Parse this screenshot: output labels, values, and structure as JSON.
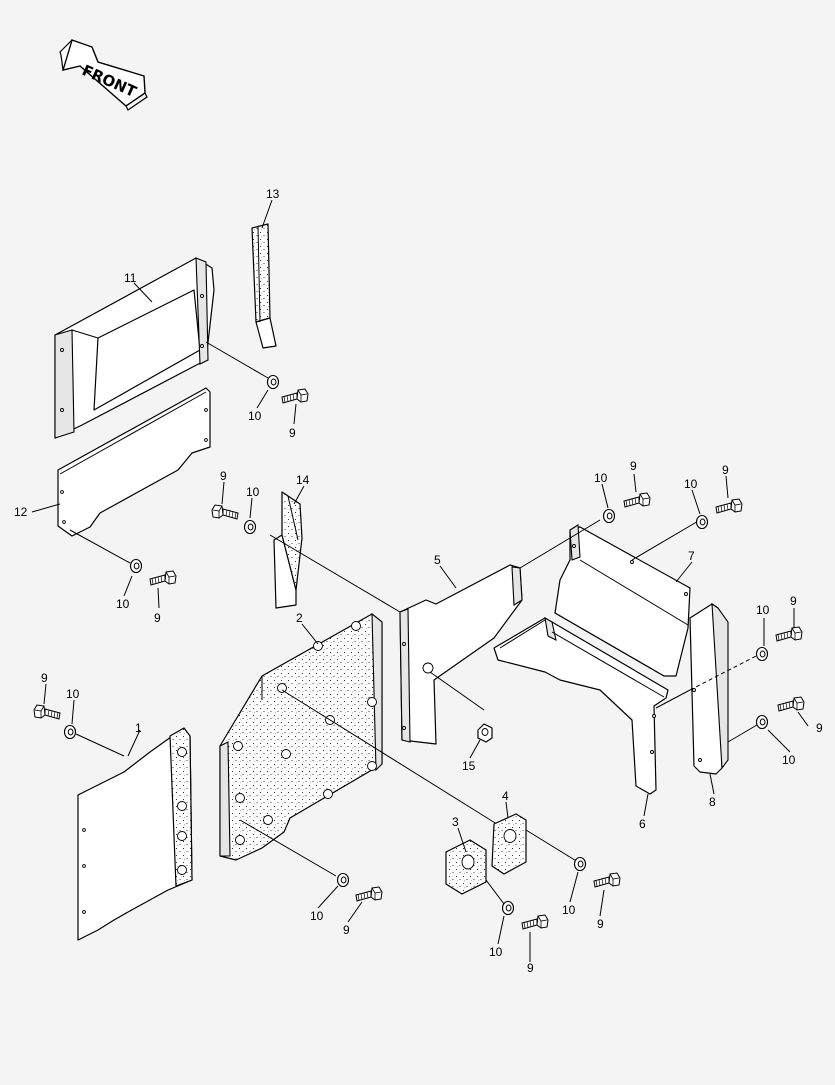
{
  "front_label": "FRONT",
  "callouts": [
    {
      "id": "c13",
      "text": "13"
    },
    {
      "id": "c11",
      "text": "11"
    },
    {
      "id": "c10a",
      "text": "10"
    },
    {
      "id": "c9a",
      "text": "9"
    },
    {
      "id": "c12",
      "text": "12"
    },
    {
      "id": "c9b",
      "text": "9"
    },
    {
      "id": "c10b",
      "text": "10"
    },
    {
      "id": "c14",
      "text": "14"
    },
    {
      "id": "c10c",
      "text": "10"
    },
    {
      "id": "c9c",
      "text": "9"
    },
    {
      "id": "c10d",
      "text": "10"
    },
    {
      "id": "c9d",
      "text": "9"
    },
    {
      "id": "c10e",
      "text": "10"
    },
    {
      "id": "c9e",
      "text": "9"
    },
    {
      "id": "c5",
      "text": "5"
    },
    {
      "id": "c7",
      "text": "7"
    },
    {
      "id": "c2",
      "text": "2"
    },
    {
      "id": "c10f",
      "text": "10"
    },
    {
      "id": "c9f",
      "text": "9"
    },
    {
      "id": "c9g",
      "text": "9"
    },
    {
      "id": "c10g",
      "text": "10"
    },
    {
      "id": "c9h",
      "text": "9"
    },
    {
      "id": "c10h",
      "text": "10"
    },
    {
      "id": "c1",
      "text": "1"
    },
    {
      "id": "c15",
      "text": "15"
    },
    {
      "id": "c6",
      "text": "6"
    },
    {
      "id": "c8",
      "text": "8"
    },
    {
      "id": "c4",
      "text": "4"
    },
    {
      "id": "c3",
      "text": "3"
    },
    {
      "id": "c10i",
      "text": "10"
    },
    {
      "id": "c9i",
      "text": "9"
    },
    {
      "id": "c10j",
      "text": "10"
    },
    {
      "id": "c9j",
      "text": "9"
    },
    {
      "id": "c10k",
      "text": "10"
    },
    {
      "id": "c9k",
      "text": "9"
    }
  ]
}
